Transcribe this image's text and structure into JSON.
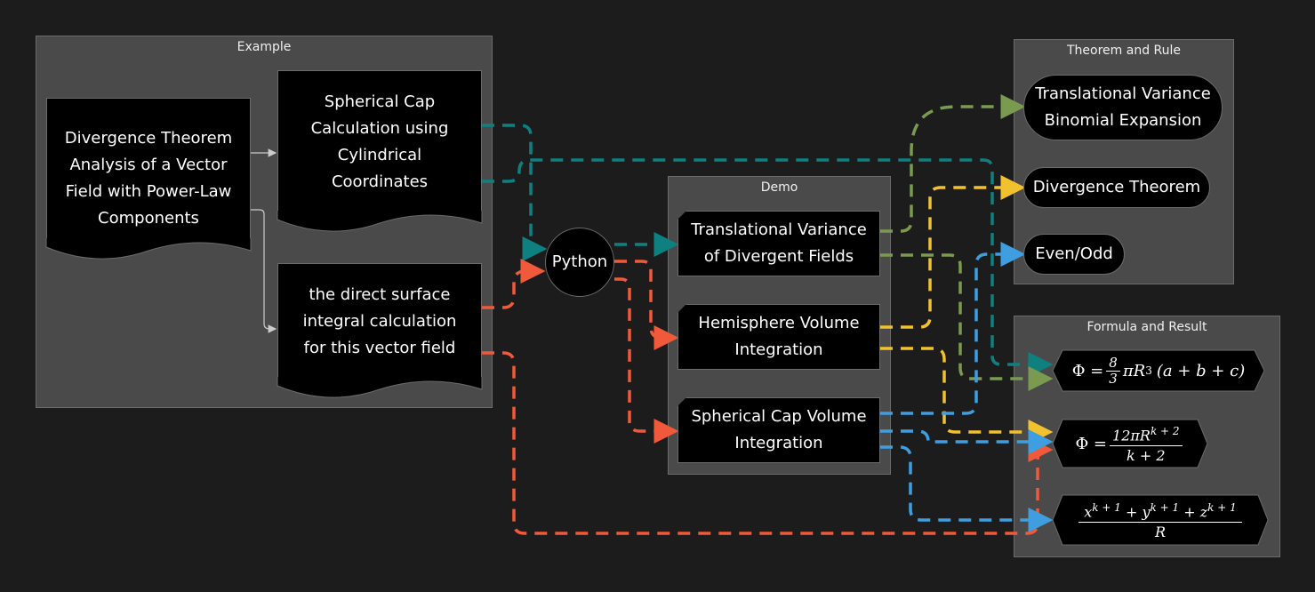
{
  "groups": {
    "example": "Example",
    "demo": "Demo",
    "theorem": "Theorem and Rule",
    "formula": "Formula and Result"
  },
  "nodes": {
    "divergence_analysis": "Divergence Theorem Analysis of a Vector Field with Power-Law Components",
    "spherical_cap_calc": "Spherical Cap Calculation using Cylindrical Coordinates",
    "direct_surface": "the direct surface integral calculation for this vector field",
    "python": "Python",
    "translational_variance": "Translational Variance of Divergent Fields",
    "hemisphere": "Hemisphere Volume Integration",
    "spherical_cap_volume": "Spherical Cap Volume Integration",
    "binomial": "Translational Variance Binomial Expansion",
    "divergence_theorem": "Divergence Theorem",
    "even_odd": "Even/Odd"
  },
  "formulas": {
    "f1": {
      "lhs": "Φ =",
      "num": "8",
      "den": "3",
      "rest": "πR",
      "exp": "3",
      "tail": "(a + b + c)"
    },
    "f2": {
      "lhs": "Φ =",
      "num": "12πR",
      "num_exp": "k + 2",
      "den": "k + 2"
    },
    "f3": {
      "num_x": "x",
      "num_y": "y",
      "num_z": "z",
      "exp": "k + 1",
      "plus": "+",
      "den": "R"
    }
  },
  "colors": {
    "teal": "#0e8080",
    "orange": "#f0593a",
    "green": "#7a9a50",
    "yellow": "#f2c12e",
    "blue": "#3f9ee0",
    "white": "#cccccc"
  }
}
